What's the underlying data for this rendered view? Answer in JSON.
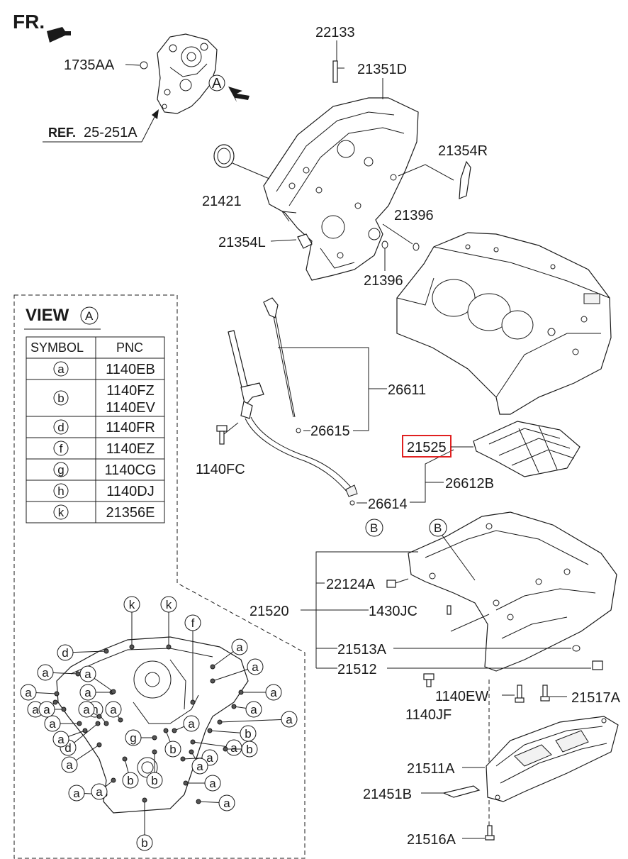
{
  "orientation": {
    "label": "FR."
  },
  "reference": {
    "ref_word": "REF.",
    "ref_code": "25-251A"
  },
  "view_marker": "A",
  "parts": {
    "p1735AA": "1735AA",
    "p22133": "22133",
    "p21351D": "21351D",
    "p21354R": "21354R",
    "p21421": "21421",
    "p21396a": "21396",
    "p21396b": "21396",
    "p21354L": "21354L",
    "p26611": "26611",
    "p26615": "26615",
    "p21525": "21525",
    "p1140FC": "1140FC",
    "p26612B": "26612B",
    "p26614": "26614",
    "p22124A": "22124A",
    "p21520": "21520",
    "p1430JC": "1430JC",
    "p21513A": "21513A",
    "p21512": "21512",
    "p1140EW": "1140EW",
    "p21517A": "21517A",
    "p1140JF": "1140JF",
    "p21511A": "21511A",
    "p21451B": "21451B",
    "p21516A": "21516A"
  },
  "connectors": {
    "b_left": "B",
    "b_right": "B"
  },
  "highlight": {
    "part": "21525",
    "color": "#e02020"
  },
  "view_table": {
    "title": "VIEW",
    "title_marker": "A",
    "headers": [
      "SYMBOL",
      "PNC"
    ],
    "rows": [
      {
        "symbol": "a",
        "pnc": [
          "1140EB"
        ]
      },
      {
        "symbol": "b",
        "pnc": [
          "1140FZ",
          "1140EV"
        ]
      },
      {
        "symbol": "d",
        "pnc": [
          "1140FR"
        ]
      },
      {
        "symbol": "f",
        "pnc": [
          "1140EZ"
        ]
      },
      {
        "symbol": "g",
        "pnc": [
          "1140CG"
        ]
      },
      {
        "symbol": "h",
        "pnc": [
          "1140DJ"
        ]
      },
      {
        "symbol": "k",
        "pnc": [
          "21356E"
        ]
      }
    ]
  },
  "view_symbols": [
    "k",
    "k",
    "f",
    "d",
    "a",
    "a",
    "a",
    "a",
    "a",
    "a",
    "a",
    "a",
    "a",
    "a",
    "a",
    "a",
    "a",
    "a",
    "h",
    "g",
    "a",
    "a",
    "a",
    "a",
    "b",
    "b",
    "b",
    "b",
    "d",
    "a",
    "a",
    "a",
    "b",
    "a",
    "a",
    "b",
    "a"
  ]
}
